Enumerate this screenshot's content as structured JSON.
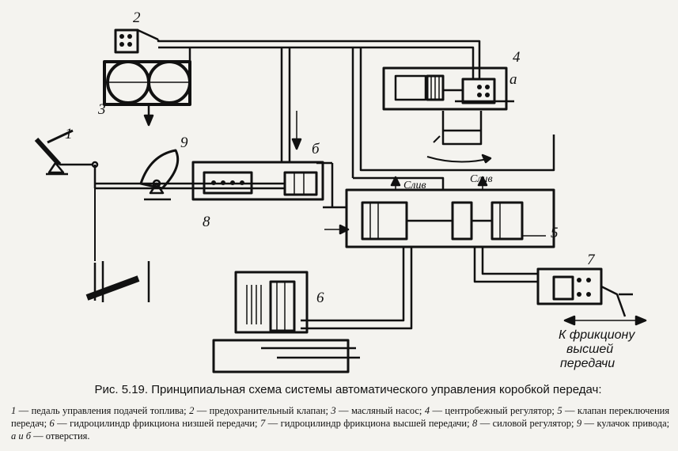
{
  "diagram": {
    "labels": {
      "n1": "1",
      "n2": "2",
      "n3": "3",
      "n4": "4",
      "n5": "5",
      "n6": "6",
      "n7": "7",
      "n8": "8",
      "n9": "9",
      "a": "а",
      "b": "б"
    },
    "drain_1": "Слив",
    "drain_2": "Слив",
    "destination": [
      "К фрикциону",
      "высшей",
      "передачи"
    ]
  },
  "caption": "Рис. 5.19. Принципиальная схема системы автоматического управления коробкой передач:",
  "legend": [
    {
      "num": "1",
      "text": "педаль управления подачей топлива;"
    },
    {
      "num": "2",
      "text": "предохранительный клапан;"
    },
    {
      "num": "3",
      "text": "масляный насос;"
    },
    {
      "num": "4",
      "text": "центробежный регулятор;"
    },
    {
      "num": "5",
      "text": "клапан переключения передач;"
    },
    {
      "num": "6",
      "text": "гидроцилиндр фрикциона низшей передачи;"
    },
    {
      "num": "7",
      "text": "гидроцилиндр фрикциона высшей передачи;"
    },
    {
      "num": "8",
      "text": "силовой регулятор;"
    },
    {
      "num": "9",
      "text": "кулачок привода;"
    },
    {
      "num": "а и б",
      "text": "отверстия."
    }
  ]
}
